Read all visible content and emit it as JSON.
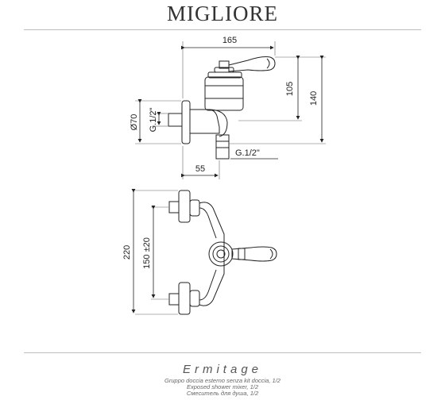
{
  "brand": "MIGLIORE",
  "dimensions": {
    "width_total": "165",
    "height_upper": "105",
    "height_total": "140",
    "diameter": "Ø70",
    "thread_side": "G.1/2\"",
    "thread_bottom": "G.1/2\"",
    "depth": "55",
    "height_front": "220",
    "spacing": "150 ±20"
  },
  "footer": {
    "model": "Ermitage",
    "desc_it": "Gruppo doccia esterno senza kit doccia, 1/2",
    "desc_en": "Exposed shower mixer, 1/2",
    "desc_ru": "Смеситель для душа, 1/2"
  }
}
